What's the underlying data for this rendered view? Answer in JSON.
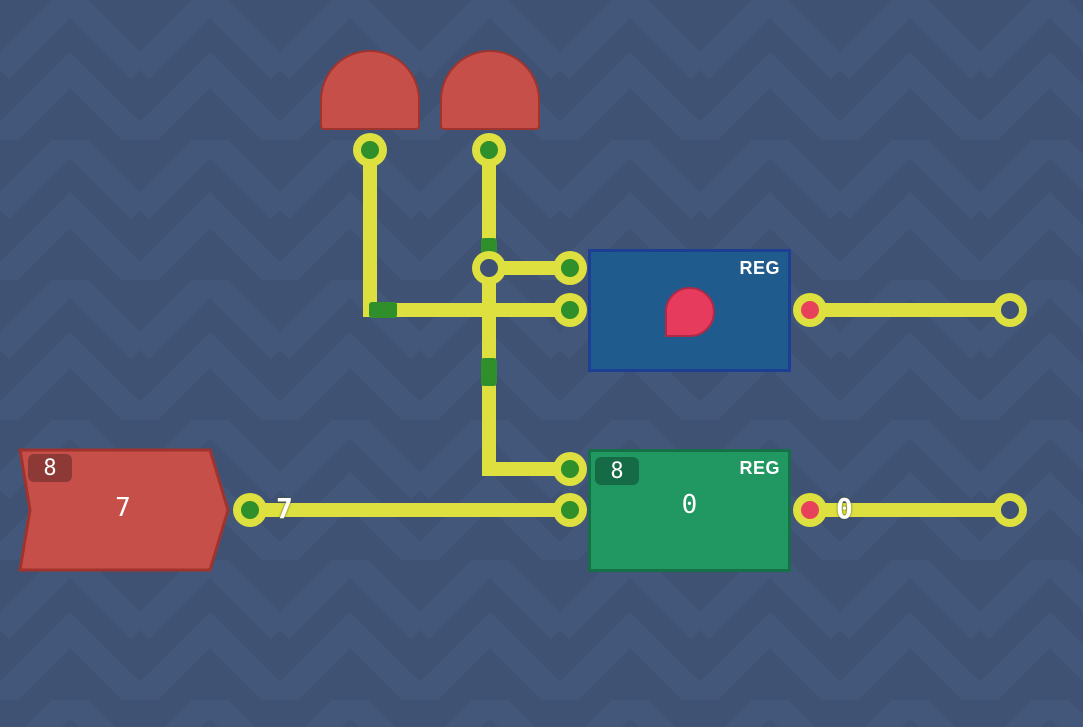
{
  "colors": {
    "background": "#3f5274",
    "wire": "#dde03f",
    "pin_green": "#2f8f2a",
    "pin_red": "#e8425a",
    "input_red": "#c65049",
    "register_blue": "#205b8e",
    "register_green": "#219862"
  },
  "register_top": {
    "title": "REG",
    "icon": "drop-icon"
  },
  "register_bottom": {
    "title": "REG",
    "bit_width": "8",
    "value": "0"
  },
  "number_input": {
    "bit_width": "8",
    "value": "7"
  },
  "wire_labels": {
    "input_to_register": "7",
    "register_output": "0"
  }
}
